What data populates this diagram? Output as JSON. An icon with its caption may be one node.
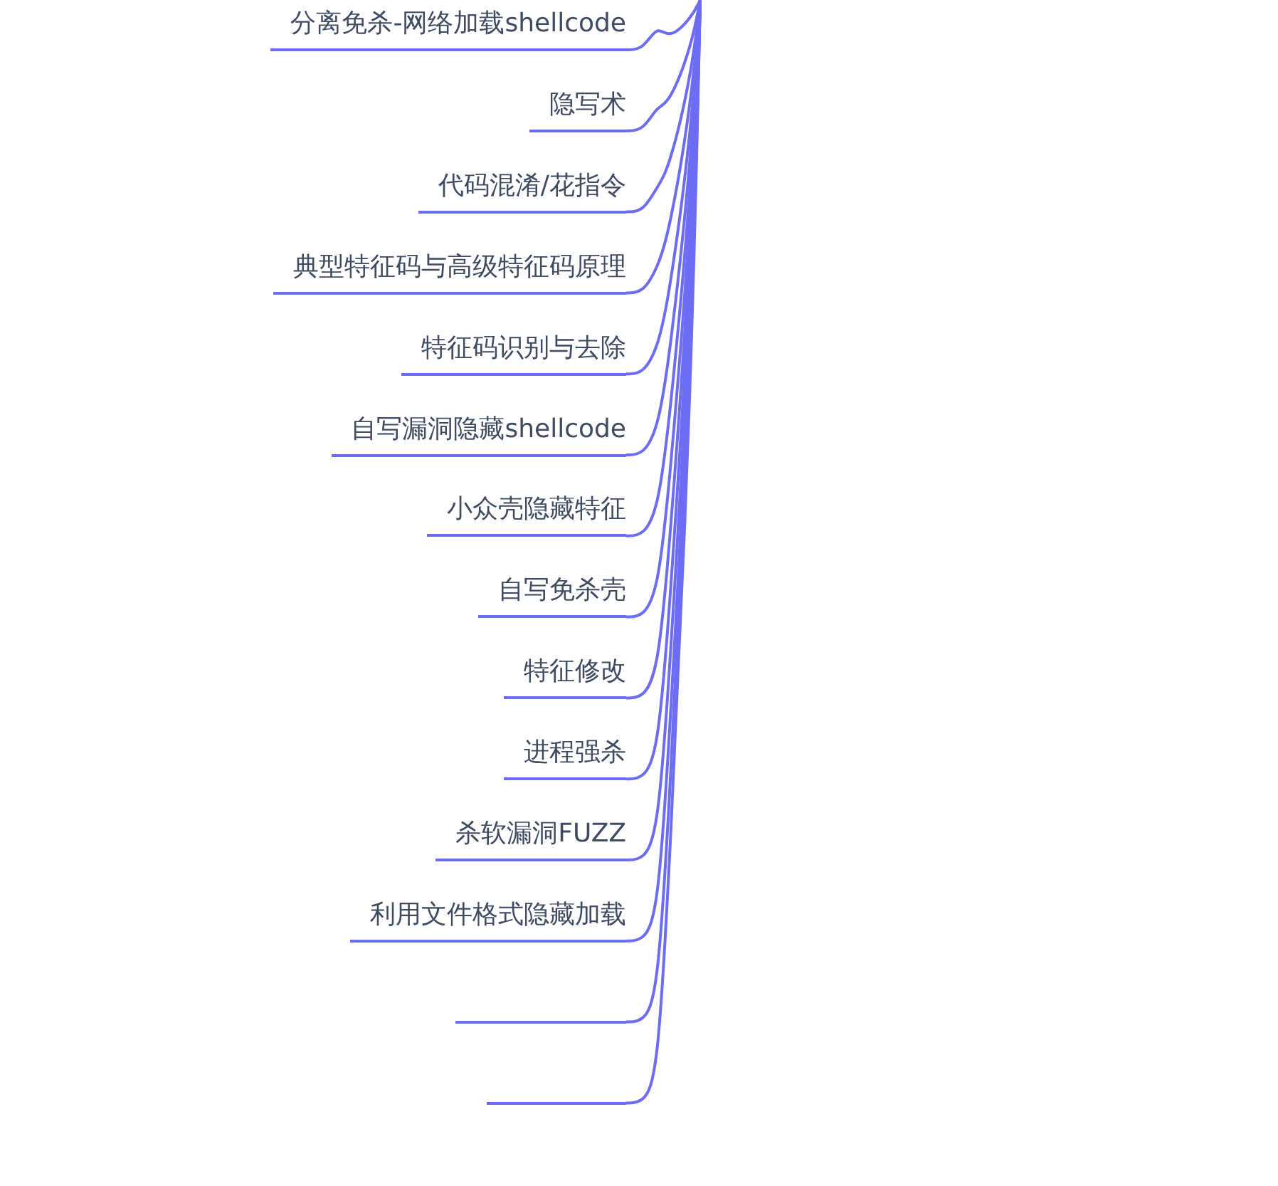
{
  "diagram": {
    "nodes": [
      {
        "text": [
          "分离免杀-网络加载shellcode"
        ]
      },
      {
        "text": [
          "隐写术"
        ]
      },
      {
        "text": [
          "代码混淆/花指令"
        ]
      },
      {
        "text": [
          "典型特征码与高级特征码原理"
        ]
      },
      {
        "text": [
          "特征码识别与去除"
        ]
      },
      {
        "text": [
          "自写漏洞隐藏shellcode"
        ]
      },
      {
        "text": [
          "小众壳隐藏特征"
        ]
      },
      {
        "text": [
          "自写免杀壳"
        ]
      },
      {
        "text": [
          "特征修改"
        ]
      },
      {
        "text": [
          "进程强杀"
        ]
      },
      {
        "text": [
          "杀软漏洞FUZZ"
        ]
      },
      {
        "text": [
          "利用文件格式隐藏加载"
        ]
      },
      {
        "text": [],
        "shape": "line"
      },
      {
        "text": [],
        "shape": "line"
      }
    ],
    "edges": [
      {
        "from": null,
        "to": 0,
        "arrow": "none"
      },
      {
        "from": null,
        "to": 1,
        "arrow": "none"
      },
      {
        "from": null,
        "to": 2,
        "arrow": "none"
      },
      {
        "from": null,
        "to": 3,
        "arrow": "none"
      },
      {
        "from": null,
        "to": 4,
        "arrow": "none"
      },
      {
        "from": null,
        "to": 5,
        "arrow": "none"
      },
      {
        "from": null,
        "to": 6,
        "arrow": "none"
      },
      {
        "from": null,
        "to": 7,
        "arrow": "none"
      },
      {
        "from": null,
        "to": 8,
        "arrow": "none"
      },
      {
        "from": null,
        "to": 9,
        "arrow": "none"
      },
      {
        "from": null,
        "to": 10,
        "arrow": "none"
      },
      {
        "from": null,
        "to": 11,
        "arrow": "none"
      },
      {
        "from": null,
        "to": 12,
        "arrow": "none"
      },
      {
        "from": null,
        "to": 13,
        "arrow": "none"
      }
    ]
  }
}
